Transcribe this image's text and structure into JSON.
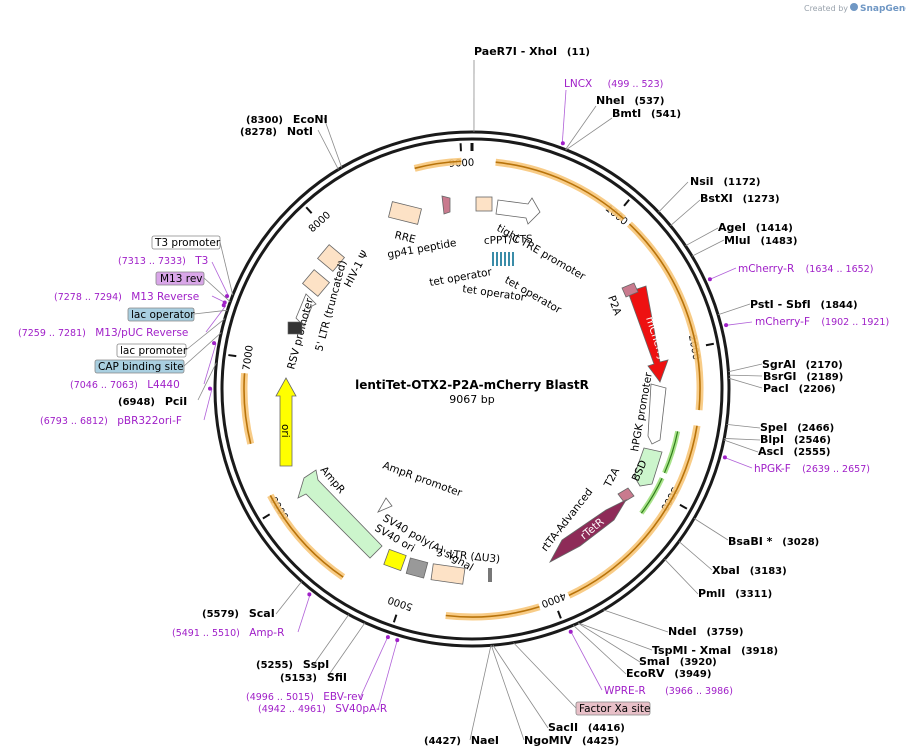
{
  "credit": {
    "prefix": "Created by",
    "brand": "SnapGene"
  },
  "plasmid": {
    "name": "lentiTet-OTX2-P2A-mCherry BlastR",
    "length": "9067 bp",
    "size": 9067
  },
  "ticks": [
    "1000",
    "2000",
    "3000",
    "4000",
    "5000",
    "6000",
    "7000",
    "8000",
    "9000"
  ],
  "enzymes": [
    {
      "name": "PaeR7I",
      "name2": "- XhoI",
      "pos": "(11)",
      "bp": 11
    },
    {
      "name": "NheI",
      "pos": "(537)",
      "bp": 537
    },
    {
      "name": "BmtI",
      "pos": "(541)",
      "bp": 541
    },
    {
      "name": "NsiI",
      "pos": "(1172)",
      "bp": 1172
    },
    {
      "name": "BstXI",
      "pos": "(1273)",
      "bp": 1273
    },
    {
      "name": "AgeI",
      "pos": "(1414)",
      "bp": 1414
    },
    {
      "name": "MluI",
      "pos": "(1483)",
      "bp": 1483
    },
    {
      "name": "PstI",
      "name2": "- SbfI",
      "pos": "(1844)",
      "bp": 1844
    },
    {
      "name": "SgrAI",
      "pos": "(2170)",
      "bp": 2170
    },
    {
      "name": "BsrGI",
      "pos": "(2189)",
      "bp": 2189
    },
    {
      "name": "PacI",
      "pos": "(2206)",
      "bp": 2206
    },
    {
      "name": "SpeI",
      "pos": "(2466)",
      "bp": 2466
    },
    {
      "name": "BlpI",
      "pos": "(2546)",
      "bp": 2546
    },
    {
      "name": "AscI",
      "pos": "(2555)",
      "bp": 2555
    },
    {
      "name": "BsaBI *",
      "pos": "(3028)",
      "bp": 3028
    },
    {
      "name": "XbaI",
      "pos": "(3183)",
      "bp": 3183
    },
    {
      "name": "PmlI",
      "pos": "(3311)",
      "bp": 3311
    },
    {
      "name": "NdeI",
      "pos": "(3759)",
      "bp": 3759
    },
    {
      "name": "TspMI",
      "name2": "- XmaI",
      "pos": "(3918)",
      "bp": 3918
    },
    {
      "name": "SmaI",
      "pos": "(3920)",
      "bp": 3920
    },
    {
      "name": "EcoRV",
      "pos": "(3949)",
      "bp": 3949
    },
    {
      "name": "SacII",
      "pos": "(4416)",
      "bp": 4416
    },
    {
      "name": "NgoMIV",
      "pos": "(4425)",
      "bp": 4425
    },
    {
      "name": "NaeI",
      "pos": "(4427)",
      "bp": 4427
    },
    {
      "name": "SfiI",
      "pos": "(5153)",
      "bp": 5153
    },
    {
      "name": "SspI",
      "pos": "(5255)",
      "bp": 5255
    },
    {
      "name": "ScaI",
      "pos": "(5579)",
      "bp": 5579
    },
    {
      "name": "PciI",
      "pos": "(6948)",
      "bp": 6948
    },
    {
      "name": "NotI",
      "pos": "(8278)",
      "bp": 8278
    },
    {
      "name": "EcoNI",
      "pos": "(8300)",
      "bp": 8300
    }
  ],
  "primers": [
    {
      "name": "LNCX",
      "pos": "(499 .. 523)",
      "bp": 511
    },
    {
      "name": "mCherry-R",
      "pos": "(1634 .. 1652)",
      "bp": 1643
    },
    {
      "name": "mCherry-F",
      "pos": "(1902 .. 1921)",
      "bp": 1911
    },
    {
      "name": "hPGK-F",
      "pos": "(2639 .. 2657)",
      "bp": 2648
    },
    {
      "name": "WPRE-R",
      "pos": "(3966 .. 3986)",
      "bp": 3976
    },
    {
      "name": "EBV-rev",
      "pos": "(4996 .. 5015)",
      "bp": 5005
    },
    {
      "name": "SV40pA-R",
      "pos": "(4942 .. 4961)",
      "bp": 4951
    },
    {
      "name": "Amp-R",
      "pos": "(5491 .. 5510)",
      "bp": 5500
    },
    {
      "name": "pBR322ori-F",
      "pos": "(6793 .. 6812)",
      "bp": 6802
    },
    {
      "name": "L4440",
      "pos": "(7046 .. 7063)",
      "bp": 7054
    },
    {
      "name": "M13/pUC Reverse",
      "pos": "(7259 .. 7281)",
      "bp": 7270
    },
    {
      "name": "M13 Reverse",
      "pos": "(7278 .. 7294)",
      "bp": 7286
    },
    {
      "name": "T3",
      "pos": "(7313 .. 7333)",
      "bp": 7323
    }
  ],
  "boxed_features": [
    {
      "label": "T3 promoter",
      "style": "white",
      "bp": 7340
    },
    {
      "label": "M13 rev",
      "style": "purple",
      "bp": 7300
    },
    {
      "label": "lac operator",
      "style": "blue",
      "bp": 7250
    },
    {
      "label": "lac promoter",
      "style": "white",
      "bp": 7200
    },
    {
      "label": "CAP binding site",
      "style": "blue",
      "bp": 7120
    },
    {
      "label": "Factor Xa site",
      "style": "pink",
      "bp": 4300
    }
  ],
  "features": {
    "mcherry": "mCherry",
    "bsd": "BSD",
    "rtetr": "rTetR",
    "ori": "ori",
    "ampr": "AmpR",
    "p2a_top": "P2A",
    "t2a": "T2A",
    "rtta": "rtTA-Advanced",
    "hpgk": "hPGK promoter",
    "ampr_promoter": "AmpR promoter",
    "sv40_pa": "SV40 poly(A) signal",
    "sv40_ori": "SV40 ori",
    "ltr3": "3' LTR (ΔU3)",
    "rsv": "RSV promoter",
    "ltr5": "5' LTR (truncated)",
    "hiv": "HIV-1 Ψ",
    "rre": "RRE",
    "gp41": "gp41 peptide",
    "cppt": "cPPT/CTS",
    "tre": "tight TRE promoter",
    "tetop1": "tet operator",
    "tetop2": "tet operator",
    "tetop3": "tet operator"
  },
  "colors": {
    "mcherry": "#ee1111",
    "rtetr": "#8e2b58",
    "ori": "#ffff00",
    "ampr": "#ccf5cc",
    "bsd": "#ccf5cc",
    "promoter": "#ffffff",
    "ltr": "#fde2c6",
    "orf_highlight": "#f7c67a",
    "orf_line": "#b8730a",
    "primer": "#a020c8"
  }
}
